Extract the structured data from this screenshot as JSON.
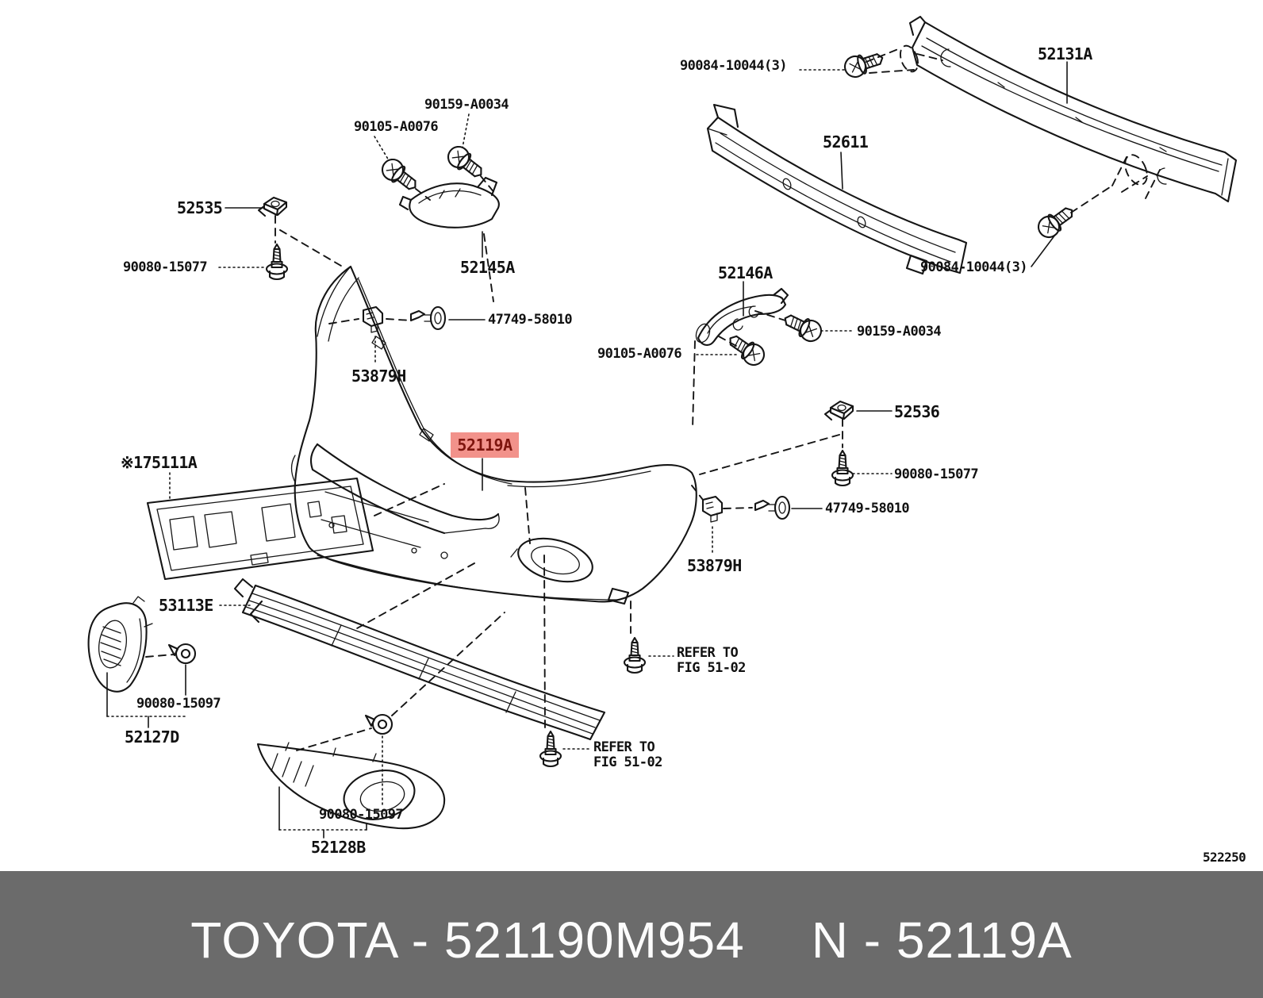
{
  "diagram": {
    "title": "front bumper exploded parts diagram",
    "figure_number": "522250",
    "highlight": {
      "text": "52119A",
      "bg": "#f2928b",
      "fg": "#7e150e"
    },
    "labels": [
      {
        "text": "90084-10044(3)"
      },
      {
        "text": "52131A"
      },
      {
        "text": "52611"
      },
      {
        "text": "90159-A0034"
      },
      {
        "text": "90105-A0076"
      },
      {
        "text": "52535"
      },
      {
        "text": "90080-15077"
      },
      {
        "text": "52145A"
      },
      {
        "text": "47749-58010"
      },
      {
        "text": "53879H"
      },
      {
        "text": "52146A"
      },
      {
        "text": "90159-A0034"
      },
      {
        "text": "90105-A0076"
      },
      {
        "text": "52536"
      },
      {
        "text": "90080-15077"
      },
      {
        "text": "47749-58010"
      },
      {
        "text": "53879H"
      },
      {
        "text": "90084-10044(3)"
      },
      {
        "text": "※175111A"
      },
      {
        "text": "53113E"
      },
      {
        "text": "90080-15097"
      },
      {
        "text": "52127D"
      },
      {
        "text": "REFER TO\nFIG 51-02"
      },
      {
        "text": "REFER TO\nFIG 51-02"
      },
      {
        "text": "90080-15097"
      },
      {
        "text": "52128B"
      }
    ]
  },
  "footer": {
    "left_text": "TOYOTA - 521190M954",
    "right_text": "N - 52119A",
    "bg": "#6b6b6b",
    "fg": "#fcfcfc"
  }
}
